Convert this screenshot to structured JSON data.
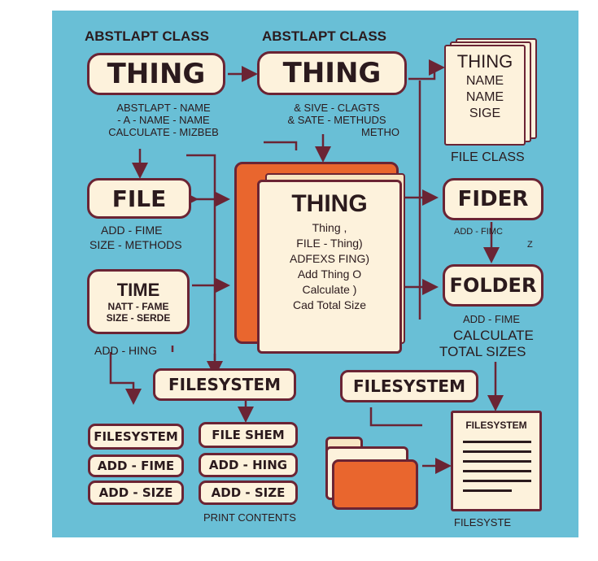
{
  "colors": {
    "background": "#69bfd6",
    "box_fill": "#fdf2dc",
    "border": "#6b2434",
    "book_orange": "#e9662e",
    "text": "#2b1a1d"
  },
  "top": {
    "left_header": "ABSTLAPT CLASS",
    "right_header": "ABSTLAPT CLASS",
    "left_box": "THING",
    "right_box": "THING",
    "left_notes": [
      "ABSTLAPT - NAME",
      "- A - NAME  - NAME",
      "CALCULATE - MIZBEB"
    ],
    "right_notes": [
      "& SIVE - CLAGTS",
      "& SATE - METHUDS",
      "METHO"
    ]
  },
  "file_card": {
    "lines": [
      "THING",
      "NAME",
      "NAME",
      "SIGE"
    ],
    "caption": "FILE CLASS"
  },
  "book": {
    "title": "THING",
    "lines": [
      "Thing ,",
      "FILE - Thing)",
      "ADFEXS FING)",
      "Add Thing  O",
      "Calculate )",
      "Cad Total Size"
    ]
  },
  "file_box": {
    "label": "FILE",
    "notes": [
      "ADD - FIME",
      "SIZE - METHODS"
    ]
  },
  "time_box": {
    "label": "TIME",
    "lines": [
      "NATT - FAME",
      "SIZE - SERDE"
    ],
    "note": "ADD - HING"
  },
  "fider_box": {
    "label": "FIDER",
    "notes": [
      "ADD - FIMC",
      "Z"
    ]
  },
  "folder_box": {
    "label": "FOLDER",
    "notes": [
      "ADD - FIME",
      "CALCULATE",
      "TOTAL SIZES"
    ]
  },
  "filesystem_center": "FILESYSTEM",
  "filesystem_right": "FILESYSTEM",
  "stack_left": [
    "FILESYSTEM",
    "ADD - FIME",
    "ADD - SIZE"
  ],
  "stack_mid": [
    "FILE SHEM",
    "ADD - HING",
    "ADD - SIZE"
  ],
  "print_caption": "PRINT CONTENTS",
  "doc": {
    "title": "FILESYSTEM",
    "caption": "FILESYSTE"
  }
}
